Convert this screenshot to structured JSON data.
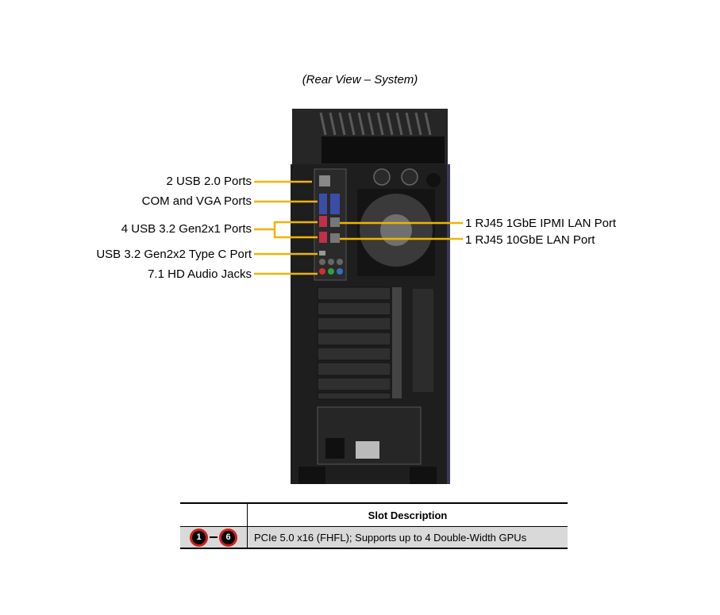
{
  "caption": "(Rear View – System)",
  "left_labels": [
    "2 USB 2.0 Ports",
    "COM and VGA Ports",
    "4 USB 3.2 Gen2x1  Ports",
    "USB 3.2 Gen2x2 Type C Port",
    "7.1 HD Audio Jacks"
  ],
  "right_labels": [
    "1 RJ45  1GbE IPMI  LAN Port",
    "1 RJ45  10GbE LAN Port"
  ],
  "table": {
    "header": "Slot Description",
    "row": {
      "range_start": "1",
      "range_end": "6",
      "description": "PCIe 5.0 x16 (FHFL);  Supports up to 4 Double-Width  GPUs"
    }
  },
  "colors": {
    "callout": "#f0b400",
    "chassis": "#1e1e1e",
    "badge_ring": "#d0201a",
    "table_row": "#d9d9d9"
  }
}
